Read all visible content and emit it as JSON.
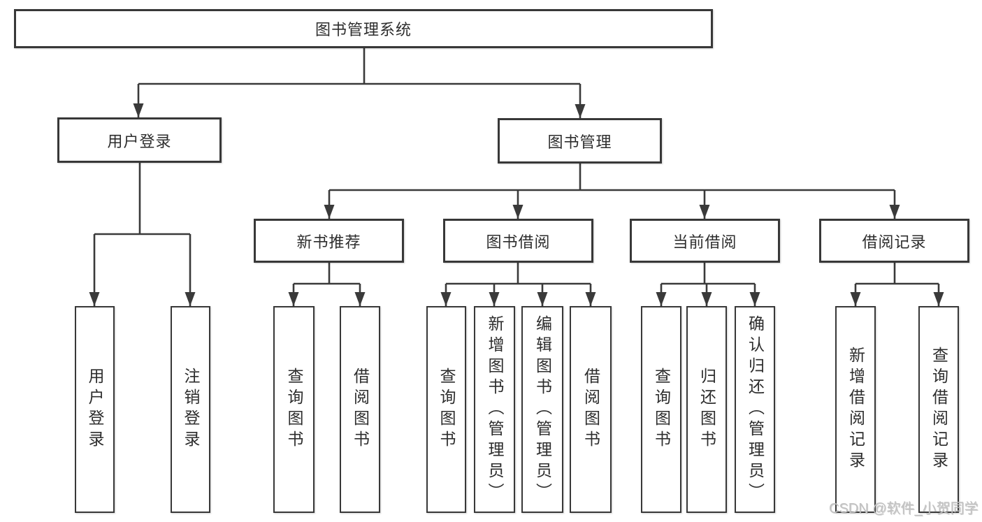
{
  "diagram": {
    "root": "图书管理系统",
    "user_login": "用户登录",
    "book_mgmt": "图书管理",
    "new_book_rec": "新书推荐",
    "book_borrow": "图书借阅",
    "current_borrow": "当前借阅",
    "borrow_records": "借阅记录",
    "leaf_user_login": "用户登录",
    "leaf_logout": "注销登录",
    "leaf_query_book_rec": "查询图书",
    "leaf_borrow_book_rec": "借阅图书",
    "leaf_query_book_borrow": "查询图书",
    "leaf_add_book": "新增图书（管理员）",
    "leaf_edit_book": "编辑图书（管理员）",
    "leaf_borrow_book": "借阅图书",
    "leaf_query_book_current": "查询图书",
    "leaf_return_book": "归还图书",
    "leaf_confirm_return": "确认归还（管理员）",
    "leaf_add_record": "新增借阅记录",
    "leaf_query_record": "查询借阅记录"
  },
  "watermark": "CSDN @软件_小贺同学",
  "colors": {
    "line": "#3a3a3a",
    "text": "#2d2d2d",
    "watermark": "#c2c2c2",
    "background": "#ffffff"
  }
}
